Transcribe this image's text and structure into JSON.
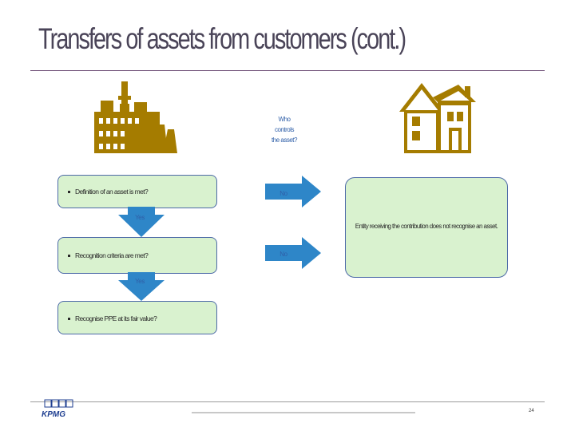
{
  "title": "Transfers of assets from customers (cont.)",
  "question": {
    "line1": "Who",
    "line2": "controls",
    "line3": "the asset?"
  },
  "steps": [
    {
      "label": "Definition of an asset is met?",
      "no_label": "No"
    },
    {
      "label": "Recognition criteria are met?",
      "no_label": "No"
    },
    {
      "label": "Recognise PPE at its fair value?"
    }
  ],
  "yes_labels": [
    "Yes",
    "Yes"
  ],
  "result": "Entity receiving the contribution does not recognise an asset.",
  "icons": {
    "left": "factory-icon",
    "right": "house-icon"
  },
  "logo_text": "KPMG",
  "page_number": "24",
  "colors": {
    "box_fill": "#d9f2cf",
    "box_border": "#4d6aa8",
    "arrow": "#2e86c8",
    "icon": "#a57c00",
    "title": "#4a4458"
  }
}
